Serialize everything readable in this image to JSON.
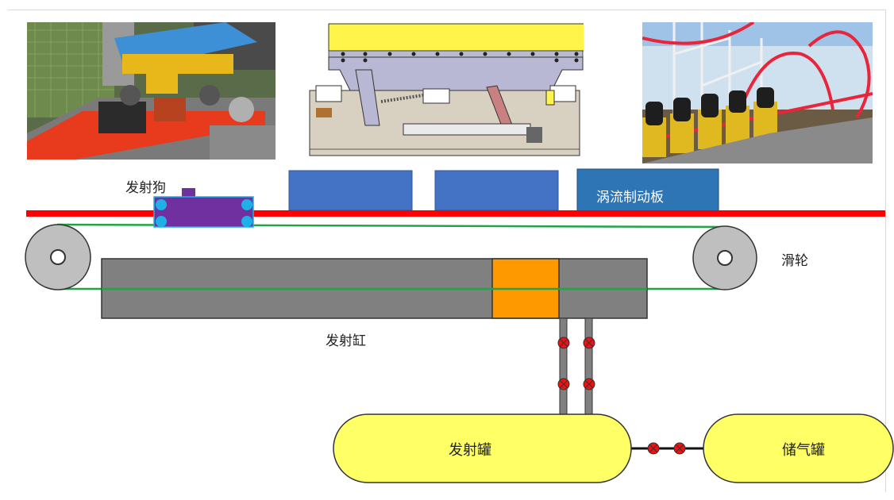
{
  "labels": {
    "launch_dog": "发射狗",
    "eddy_brake": "涡流制动板",
    "pulley": "滑轮",
    "launch_cylinder": "发射缸",
    "launch_tank": "发射罐",
    "storage_tank": "储气罐"
  },
  "photos": [
    {
      "name": "launch-mechanism-photo",
      "description": ""
    },
    {
      "name": "launch-dog-cad-drawing",
      "description": ""
    },
    {
      "name": "roller-coaster-photo",
      "description": ""
    }
  ],
  "colors": {
    "track": "#ff0000",
    "cable": "#22a34a",
    "brake_block": "#4472c4",
    "eddy_brake_block": "#2e75b6",
    "launch_dog": "#7030a0",
    "dog_wheel": "#1fb0e8",
    "cylinder": "#7f7f7f",
    "piston": "#ff9900",
    "tank": "#ffff66",
    "valve": "#ee1111",
    "pulley": "#bfbfbf"
  }
}
